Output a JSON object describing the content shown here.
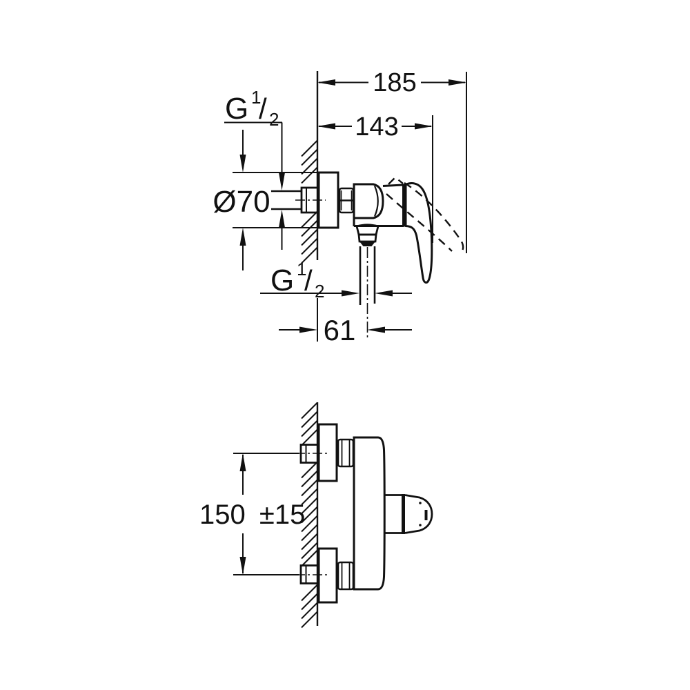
{
  "drawing": {
    "background": "#ffffff",
    "ink": "#111111",
    "side_view": {
      "dims": {
        "overall_depth": "185",
        "handle_projection": "143",
        "rosette_diameter": "Ø70",
        "outlet_offset": "61",
        "inlet_thread": {
          "letter": "G",
          "numerator": "1",
          "denominator": "2"
        },
        "outlet_thread": {
          "letter": "G",
          "numerator": "1",
          "denominator": "2"
        }
      }
    },
    "front_view": {
      "dims": {
        "connection_distance": "150",
        "connection_tolerance": "±15"
      }
    }
  }
}
